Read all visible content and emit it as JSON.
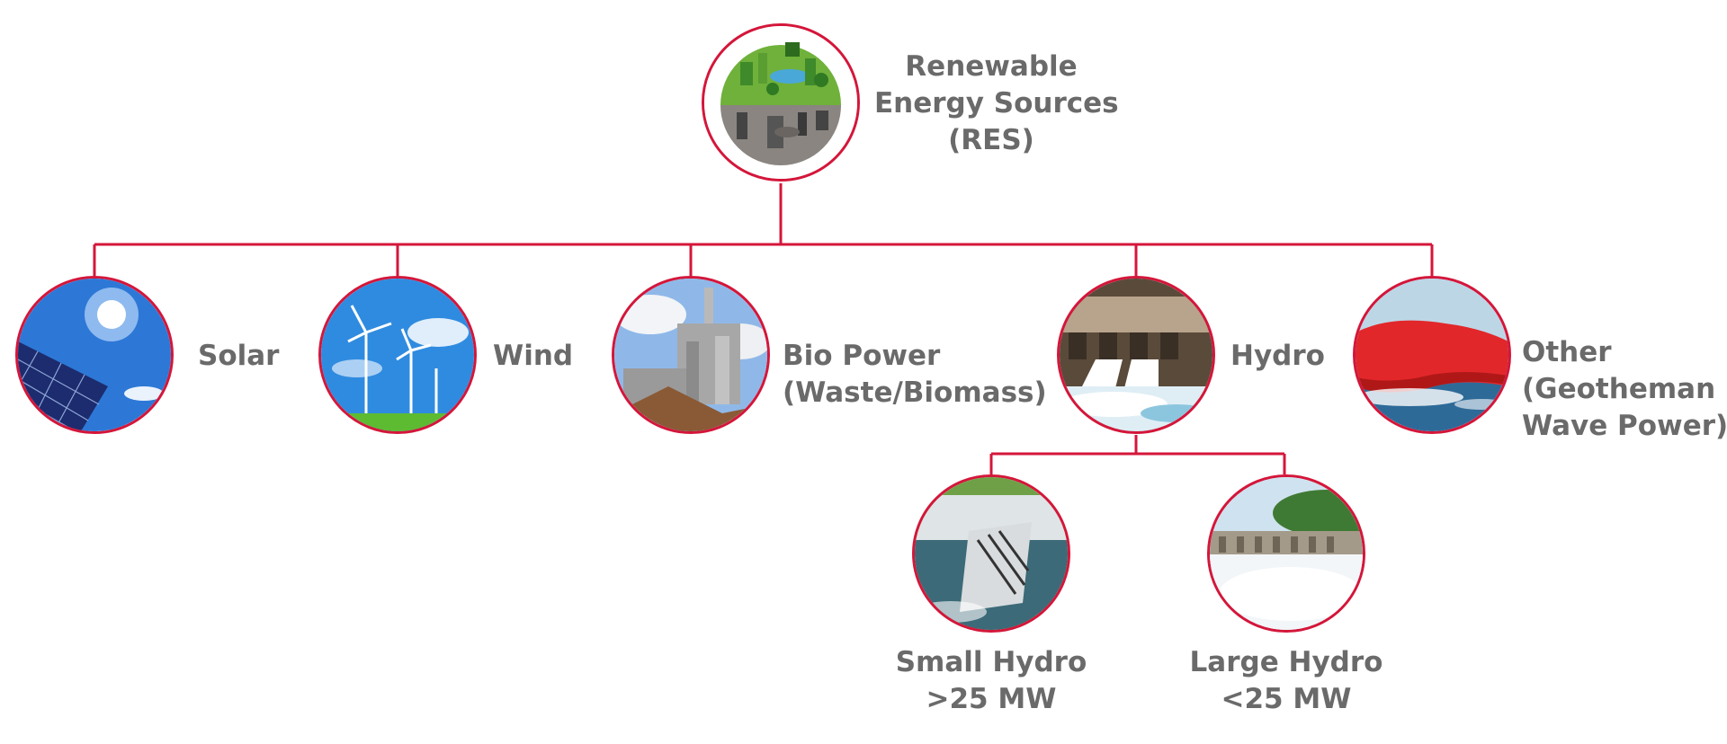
{
  "diagram": {
    "accent_color": "#d4163a",
    "text_color": "#6a6a6a",
    "root": {
      "icon": "earth-city-globe-icon",
      "lines": [
        "Renewable",
        "Energy Sources",
        "(RES)"
      ]
    },
    "sources": [
      {
        "icon": "solar-panel-icon",
        "lines": [
          "Solar"
        ]
      },
      {
        "icon": "wind-turbine-icon",
        "lines": [
          "Wind"
        ]
      },
      {
        "icon": "bio-power-plant-icon",
        "lines": [
          "Bio Power",
          "(Waste/Biomass)"
        ]
      },
      {
        "icon": "hydro-dam-icon",
        "lines": [
          "Hydro"
        ]
      },
      {
        "icon": "wave-power-icon",
        "lines": [
          "Other",
          "(Geotheman",
          "Wave Power)"
        ]
      }
    ],
    "hydro_children": [
      {
        "icon": "small-hydro-turbine-icon",
        "lines": [
          "Small Hydro",
          ">25 MW"
        ]
      },
      {
        "icon": "large-hydro-dam-icon",
        "lines": [
          "Large Hydro",
          "<25 MW"
        ]
      }
    ]
  }
}
